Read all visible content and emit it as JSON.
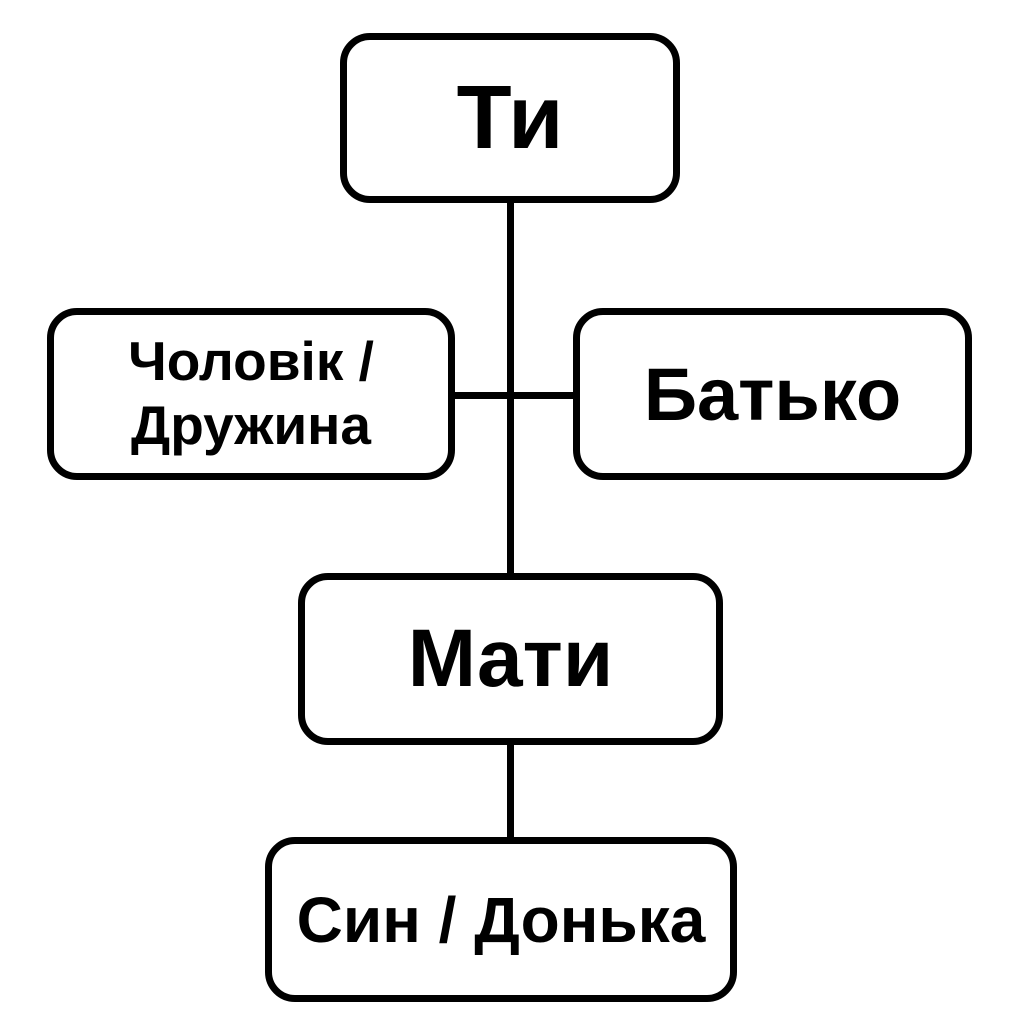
{
  "diagram": {
    "title": "Family relations diagram (Ukrainian)",
    "colors": {
      "background": "#ffffff",
      "box_fill": "#ffffff",
      "stroke": "#000000",
      "text": "#000000"
    },
    "nodes": {
      "you": {
        "label": "Ти"
      },
      "spouse": {
        "label": "Чоловік / Дружина",
        "line1": "Чоловік /",
        "line2": "Дружина"
      },
      "father": {
        "label": "Батько"
      },
      "mother": {
        "label": "Мати"
      },
      "child": {
        "label": "Син / Донька"
      }
    },
    "edges": [
      {
        "from": "you",
        "to": "mother",
        "orientation": "vertical"
      },
      {
        "from": "spouse",
        "to": "father",
        "orientation": "horizontal"
      },
      {
        "from": "mother",
        "to": "child",
        "orientation": "vertical"
      }
    ]
  }
}
